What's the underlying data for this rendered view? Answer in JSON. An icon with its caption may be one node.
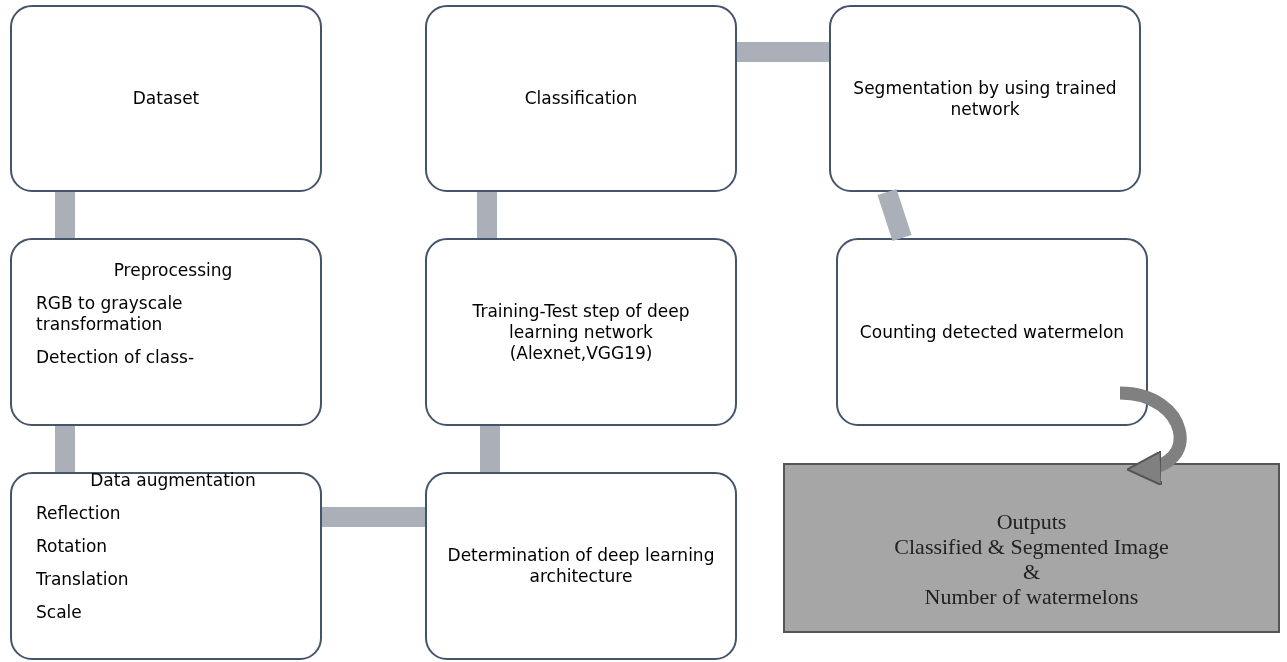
{
  "diagram": {
    "nodes": [
      {
        "text": [
          "Dataset"
        ]
      },
      {
        "text": [
          "Preprocessing",
          "RGB to grayscale transformation",
          "Detection of class-"
        ]
      },
      {
        "text": [
          "Data augmentation",
          "Reflection",
          "Rotation",
          "Translation",
          "Scale"
        ]
      },
      {
        "text": [
          "Classification"
        ]
      },
      {
        "text": [
          "Training-Test step of deep learning network (Alexnet,VGG19)"
        ]
      },
      {
        "text": [
          "Determination of deep learning architecture"
        ]
      },
      {
        "text": [
          "Segmentation by using trained network"
        ]
      },
      {
        "text": [
          "Counting detected watermelon"
        ]
      },
      {
        "text": [
          "Outputs",
          "Classified & Segmented Image",
          "&",
          "Number of watermelons"
        ]
      }
    ],
    "edges": [
      {
        "from": 0,
        "to": 1,
        "arrow": "none"
      },
      {
        "from": 1,
        "to": 2,
        "arrow": "none"
      },
      {
        "from": 2,
        "to": 5,
        "arrow": "none"
      },
      {
        "from": 5,
        "to": 4,
        "arrow": "none"
      },
      {
        "from": 4,
        "to": 3,
        "arrow": "none"
      },
      {
        "from": 3,
        "to": 6,
        "arrow": "none"
      },
      {
        "from": 6,
        "to": 7,
        "arrow": "none"
      },
      {
        "from": 7,
        "to": 8,
        "arrow": "to",
        "color": "#808080"
      }
    ]
  }
}
